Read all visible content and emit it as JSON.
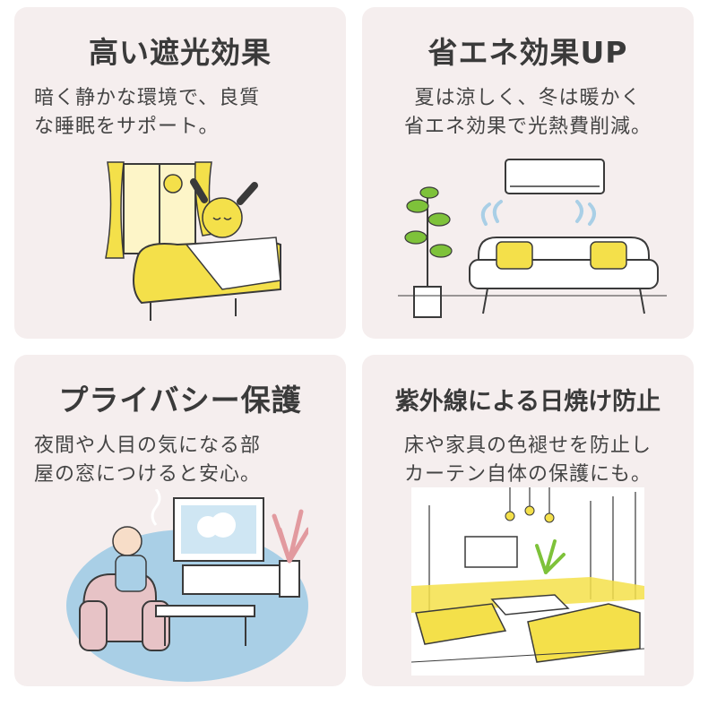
{
  "cards": [
    {
      "title": "高い遮光効果",
      "lines": [
        "暗く静かな環境で、良質",
        "な睡眠をサポート。"
      ]
    },
    {
      "title": "省エネ効果UP",
      "lines": [
        "夏は涼しく、冬は暖かく",
        "省エネ効果で光熱費削減。"
      ]
    },
    {
      "title": "プライバシー保護",
      "lines": [
        "夜間や人目の気になる部",
        "屋の窓につけると安心。"
      ]
    },
    {
      "title": "紫外線による日焼け防止",
      "lines": [
        "床や家具の色褪せを防止し",
        "カーテン自体の保護にも。"
      ]
    }
  ],
  "colors": {
    "card_bg": "#f5eeee",
    "accent_yellow": "#f4e04a",
    "accent_blue": "#a9cfe6",
    "accent_pink": "#e7c3c6",
    "line": "#3a3a3a"
  },
  "icons": [
    "bed-sun-illustration",
    "aircon-sofa-illustration",
    "tv-armchair-illustration",
    "living-room-illustration"
  ]
}
